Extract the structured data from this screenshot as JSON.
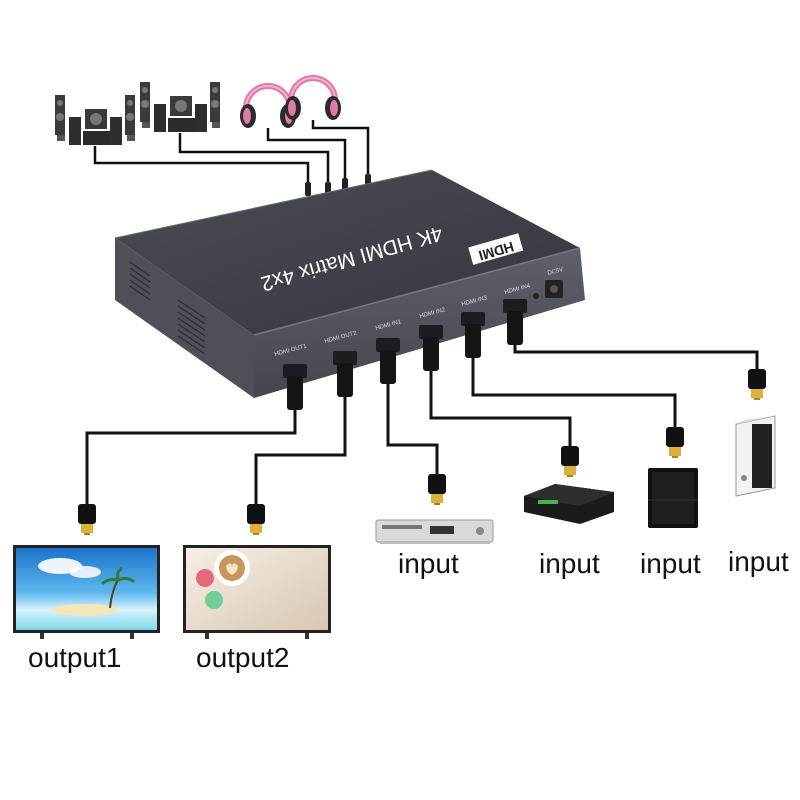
{
  "device": {
    "title": "4K HDMI Matrix 4x2",
    "logo": "HDMI",
    "power_label": "DC5V",
    "ports": [
      "HDMI OUT1",
      "HDMI OUT2",
      "HDMI IN1",
      "HDMI IN2",
      "HDMI IN3",
      "HDMI IN4"
    ]
  },
  "outputs": [
    {
      "label": "output1"
    },
    {
      "label": "output2"
    }
  ],
  "inputs": [
    {
      "label": "input"
    },
    {
      "label": "input"
    },
    {
      "label": "input"
    },
    {
      "label": "input"
    }
  ],
  "colors": {
    "device_body": "#5a5d66",
    "device_top": "#3f4249",
    "cable": "#111111",
    "connector_gold": "#d9b13b",
    "headphone_pink": "#e07aa8"
  }
}
